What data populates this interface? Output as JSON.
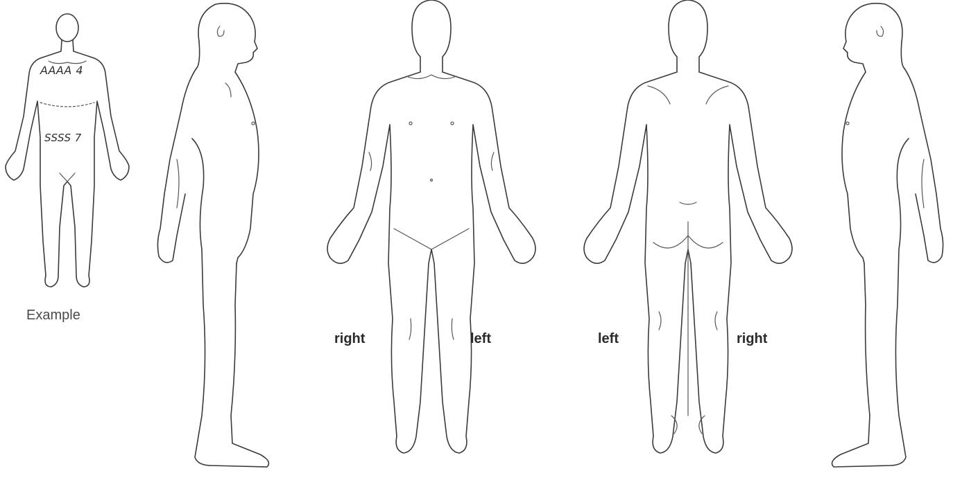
{
  "example": {
    "caption": "Example",
    "upper_annotation": "AAAA 4",
    "lower_annotation": "SSSS 7"
  },
  "front": {
    "side_left_label": "right",
    "side_right_label": "left"
  },
  "back": {
    "side_left_label": "left",
    "side_right_label": "right"
  },
  "figures": [
    {
      "id": "example",
      "view": "front"
    },
    {
      "id": "side-profile-right",
      "view": "side"
    },
    {
      "id": "front",
      "view": "front"
    },
    {
      "id": "back",
      "view": "back"
    },
    {
      "id": "side-profile-left",
      "view": "side"
    }
  ]
}
